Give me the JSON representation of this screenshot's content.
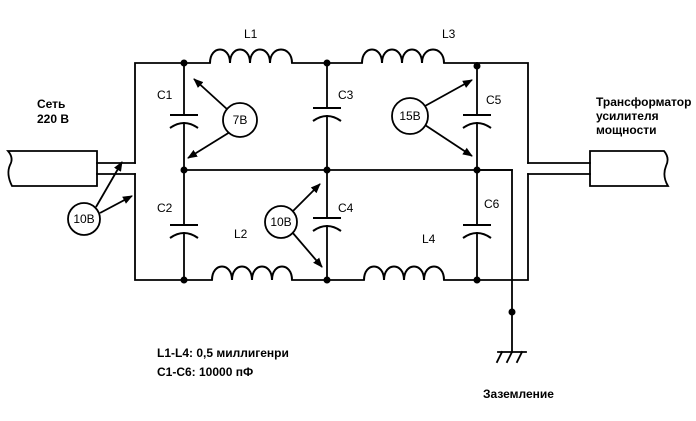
{
  "labels": {
    "mains": [
      "Сеть",
      "220 В"
    ],
    "transformer": [
      "Трансформатор",
      "усилителя",
      "мощности"
    ],
    "ground": "Заземление",
    "note_inductance": "L1-L4: 0,5 миллигенри",
    "note_capacitance": "С1-С6: 10000 пФ"
  },
  "inductors": [
    {
      "id": "L1",
      "label": "L1"
    },
    {
      "id": "L2",
      "label": "L2"
    },
    {
      "id": "L3",
      "label": "L3"
    },
    {
      "id": "L4",
      "label": "L4"
    }
  ],
  "capacitors": [
    {
      "id": "C1",
      "label": "C1"
    },
    {
      "id": "C2",
      "label": "C2"
    },
    {
      "id": "C3",
      "label": "C3"
    },
    {
      "id": "C4",
      "label": "C4"
    },
    {
      "id": "C5",
      "label": "C5"
    },
    {
      "id": "C6",
      "label": "C6"
    }
  ],
  "meters": [
    {
      "id": "m-input",
      "label": "10В"
    },
    {
      "id": "m-left",
      "label": "7В"
    },
    {
      "id": "m-mid",
      "label": "10В"
    },
    {
      "id": "m-right",
      "label": "15В"
    }
  ]
}
